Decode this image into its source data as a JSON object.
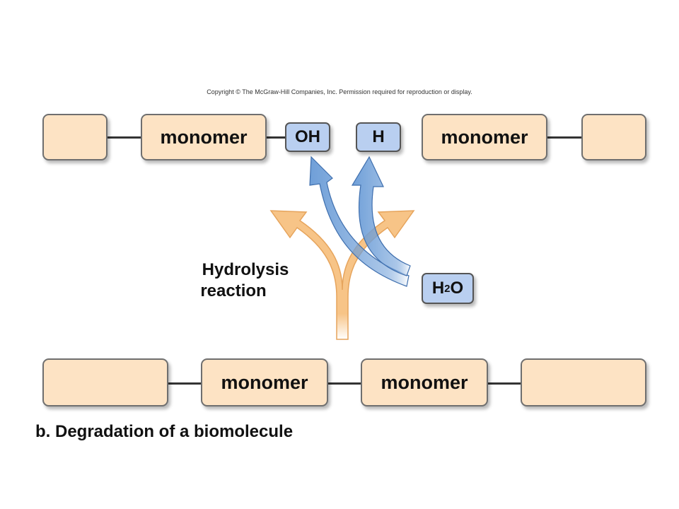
{
  "copyright": "Copyright © The McGraw-Hill Companies, Inc. Permission required for reproduction or display.",
  "top_chain": {
    "left_monomer": "monomer",
    "oh": "OH",
    "h": "H",
    "right_monomer": "monomer"
  },
  "water": {
    "h": "H",
    "sub": "2",
    "o": "O"
  },
  "reaction_label": {
    "line1": "Hydrolysis",
    "line2": "reaction"
  },
  "bottom_chain": {
    "monomer1": "monomer",
    "monomer2": "monomer"
  },
  "caption": "b. Degradation of a biomolecule",
  "colors": {
    "monomer_fill": "#fde3c4",
    "group_fill": "#b9cff0",
    "orange_arrow": "#f7c487",
    "blue_arrow": "#6f9fd8"
  }
}
